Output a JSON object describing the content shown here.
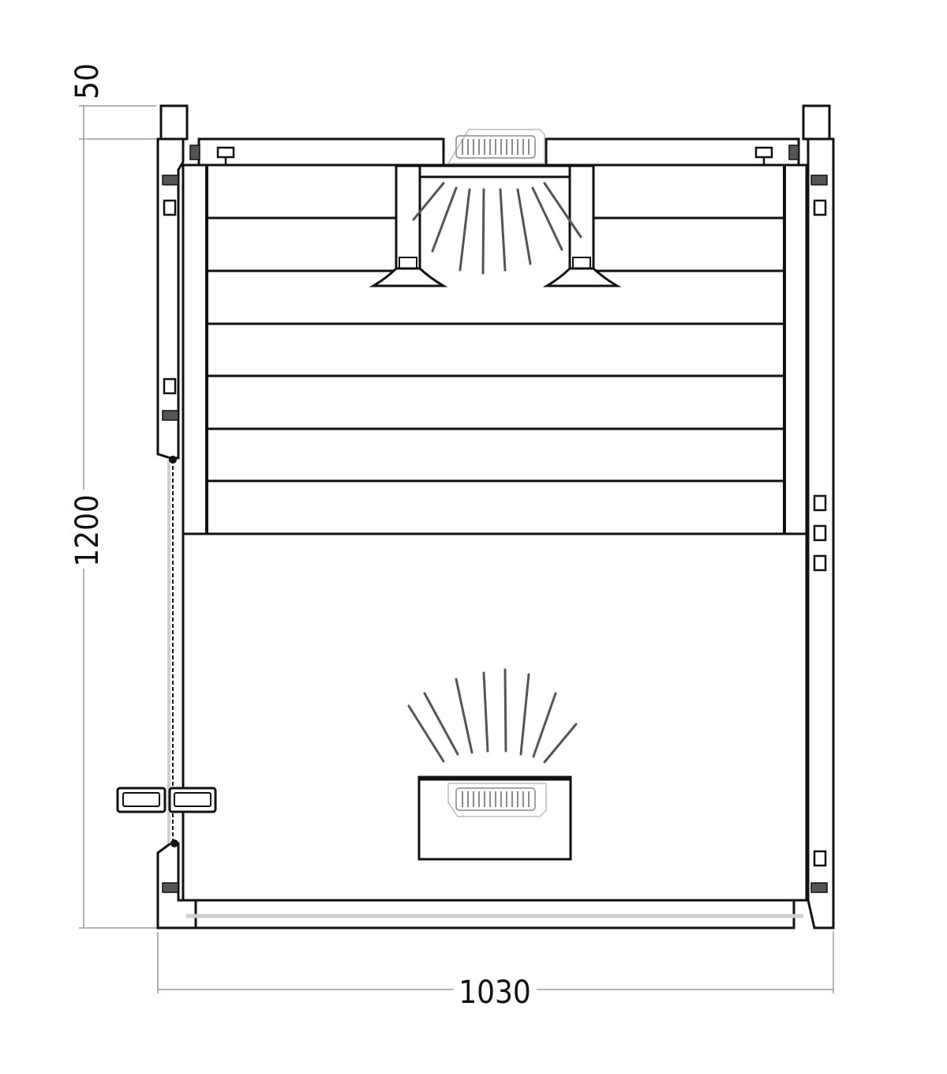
{
  "dimensions": {
    "top_offset": "50",
    "height": "1200",
    "width": "1030"
  },
  "colors": {
    "line": "#111111",
    "dim_line": "#9a9a9a",
    "light": "#cfcfcf",
    "background": "#ffffff"
  },
  "icons": {
    "shower_top": "shower-spray-icon",
    "shower_bottom": "shower-spray-icon",
    "drain": "drain-grate-icon"
  }
}
